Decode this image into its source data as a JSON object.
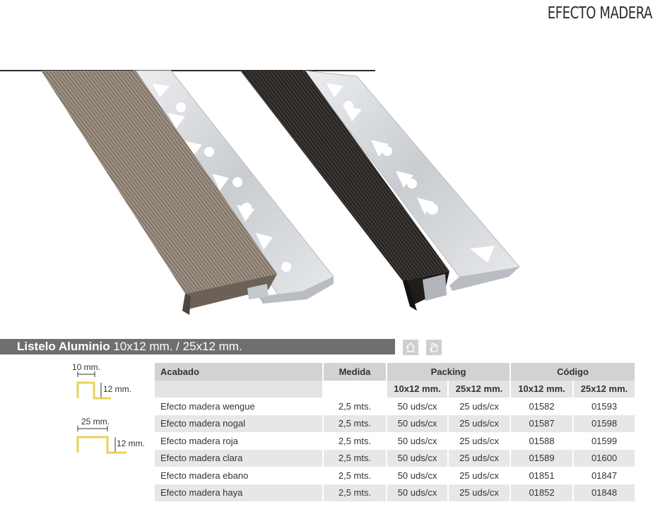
{
  "page": {
    "title": "EFECTO MADERA"
  },
  "banner": {
    "name": "Listelo Aluminio",
    "dims": "10x12 mm. / 25x12 mm."
  },
  "icons": [
    "house-icon",
    "hand-icon"
  ],
  "diagrams": [
    {
      "width_label": "10 mm.",
      "height_label": "12 mm."
    },
    {
      "width_label": "25 mm.",
      "height_label": "12 mm."
    }
  ],
  "table": {
    "headers": {
      "acabado": "Acabado",
      "medida": "Medida",
      "packing": "Packing",
      "codigo": "Código",
      "sub_packing_a": "10x12 mm.",
      "sub_packing_b": "25x12 mm.",
      "sub_codigo_a": "10x12 mm.",
      "sub_codigo_b": "25x12 mm."
    },
    "rows": [
      {
        "acabado": "Efecto madera wengue",
        "medida": "2,5 mts.",
        "pack_a": "50 uds/cx",
        "pack_b": "25 uds/cx",
        "code_a": "01582",
        "code_b": "01593"
      },
      {
        "acabado": "Efecto madera nogal",
        "medida": "2,5 mts.",
        "pack_a": "50 uds/cx",
        "pack_b": "25 uds/cx",
        "code_a": "01587",
        "code_b": "01598"
      },
      {
        "acabado": "Efecto madera roja",
        "medida": "2,5 mts.",
        "pack_a": "50 uds/cx",
        "pack_b": "25 uds/cx",
        "code_a": "01588",
        "code_b": "01599"
      },
      {
        "acabado": "Efecto madera clara",
        "medida": "2,5 mts.",
        "pack_a": "50 uds/cx",
        "pack_b": "25 uds/cx",
        "code_a": "01589",
        "code_b": "01600"
      },
      {
        "acabado": "Efecto madera ebano",
        "medida": "2,5 mts.",
        "pack_a": "50 uds/cx",
        "pack_b": "25 uds/cx",
        "code_a": "01851",
        "code_b": "01847"
      },
      {
        "acabado": "Efecto madera haya",
        "medida": "2,5 mts.",
        "pack_a": "50 uds/cx",
        "pack_b": "25 uds/cx",
        "code_a": "01852",
        "code_b": "01848"
      }
    ]
  },
  "colors": {
    "banner": "#6f6f71",
    "header": "#d2d2d2",
    "band": "#e7e7e7",
    "profile_gold": "#e8d35a",
    "light_wood": "#8d8072",
    "dark_wood": "#2e2a27",
    "aluminium": "#d9dbde"
  }
}
